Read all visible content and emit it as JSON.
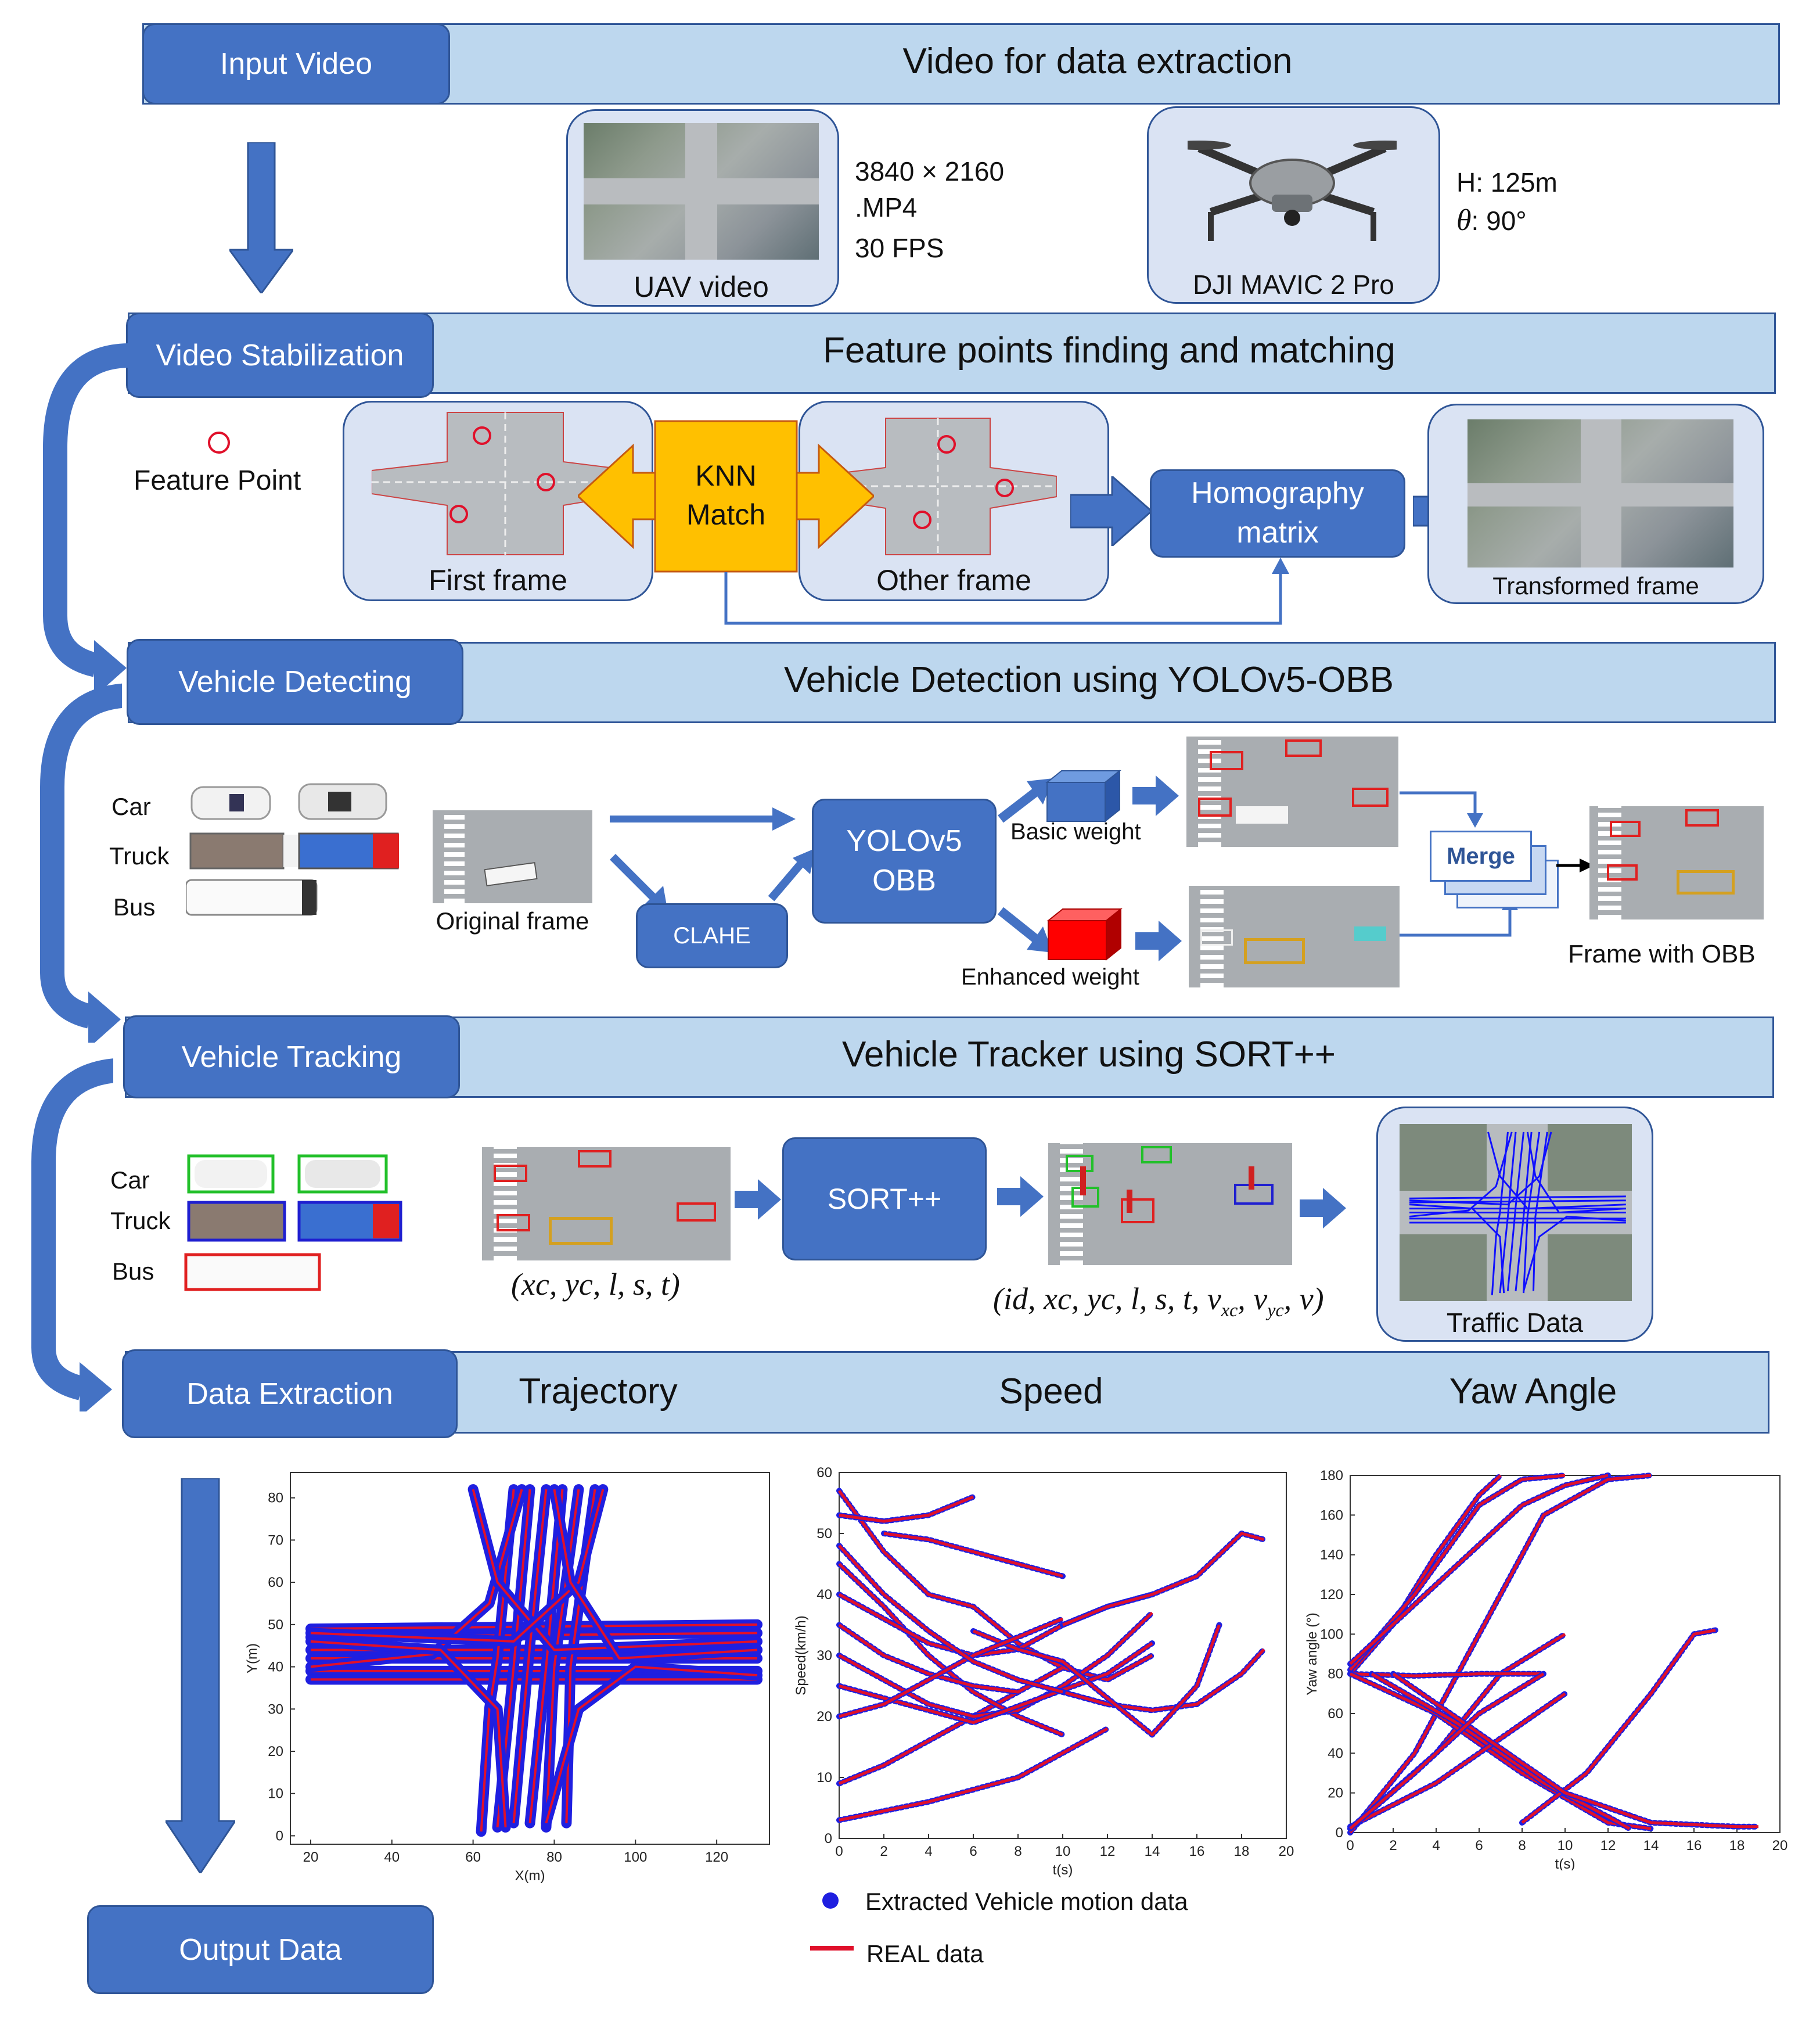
{
  "colors": {
    "band_fill": "#bdd7ee",
    "band_border": "#2f5597",
    "stage_fill": "#4472c4",
    "card_fill": "#dae3f3",
    "knn_fill": "#ffc000",
    "trajectory_blue": "#1f1fe0",
    "real_red": "#e0102a"
  },
  "input": {
    "stage": "Input Video",
    "title": "Video for data extraction",
    "uav_label": "UAV video",
    "video_specs": [
      "3840 × 2160",
      ".MP4",
      "30 FPS"
    ],
    "drone_label": "DJI MAVIC 2 Pro",
    "height": "H: 125m",
    "angle_symbol": "θ",
    "angle_value": ": 90°"
  },
  "stabilization": {
    "stage": "Video Stabilization",
    "title": "Feature points finding and matching",
    "feature_point": "Feature Point",
    "first_frame": "First frame",
    "knn_line1": "KNN",
    "knn_line2": "Match",
    "other_frame": "Other frame",
    "homography_line1": "Homography",
    "homography_line2": "matrix",
    "transformed": "Transformed frame"
  },
  "detecting": {
    "stage": "Vehicle Detecting",
    "title": "Vehicle Detection using YOLOv5-OBB",
    "classes": [
      "Car",
      "Truck",
      "Bus"
    ],
    "original_frame": "Original frame",
    "clahe": "CLAHE",
    "yolo_line1": "YOLOv5",
    "yolo_line2": "OBB",
    "basic_weight": "Basic weight",
    "enhanced_weight": "Enhanced weight",
    "merge": "Merge",
    "frame_obb": "Frame with OBB"
  },
  "tracking": {
    "stage": "Vehicle Tracking",
    "title": "Vehicle Tracker using SORT++",
    "classes": [
      "Car",
      "Truck",
      "Bus"
    ],
    "input_tuple": "(xc, yc, l, s, t)",
    "sort": "SORT++",
    "output_tuple_main": "(id, xc, yc, l, s, t, v",
    "output_sub1": "xc",
    "output_sub2": "yc",
    "output_tail": ", v)",
    "traffic_data": "Traffic Data"
  },
  "extraction": {
    "stage": "Data Extraction",
    "labels": [
      "Trajectory",
      "Speed",
      "Yaw Angle"
    ]
  },
  "output": {
    "stage": "Output Data"
  },
  "legend": {
    "extracted": "Extracted Vehicle motion data",
    "real": "REAL data"
  },
  "chart_data": [
    {
      "type": "line",
      "title": "",
      "xlabel": "X(m)",
      "ylabel": "Y(m)",
      "xlim": [
        15,
        133
      ],
      "ylim": [
        -2,
        86
      ],
      "xticks": [
        20,
        40,
        60,
        80,
        100,
        120
      ],
      "yticks": [
        0,
        10,
        20,
        30,
        40,
        50,
        60,
        70,
        80
      ],
      "series": [
        {
          "values": [
            [
              20,
              44
            ],
            [
              130,
              44
            ]
          ]
        },
        {
          "values": [
            [
              20,
              47
            ],
            [
              130,
              48
            ]
          ]
        },
        {
          "values": [
            [
              20,
              42
            ],
            [
              130,
              42
            ]
          ]
        },
        {
          "values": [
            [
              20,
              39
            ],
            [
              130,
              39
            ]
          ]
        },
        {
          "values": [
            [
              20,
              49
            ],
            [
              130,
              50
            ]
          ]
        },
        {
          "values": [
            [
              20,
              37
            ],
            [
              130,
              37
            ]
          ]
        },
        {
          "values": [
            [
              62,
              1
            ],
            [
              64,
              30
            ],
            [
              66,
              42
            ],
            [
              70,
              82
            ]
          ]
        },
        {
          "values": [
            [
              66,
              2
            ],
            [
              70,
              40
            ],
            [
              74,
              82
            ]
          ]
        },
        {
          "values": [
            [
              70,
              3
            ],
            [
              74,
              45
            ],
            [
              78,
              82
            ]
          ]
        },
        {
          "values": [
            [
              74,
              3
            ],
            [
              78,
              40
            ],
            [
              82,
              82
            ]
          ]
        },
        {
          "values": [
            [
              78,
              2
            ],
            [
              80,
              40
            ],
            [
              86,
              82
            ]
          ]
        },
        {
          "values": [
            [
              83,
              3
            ],
            [
              84,
              40
            ],
            [
              90,
              82
            ]
          ]
        },
        {
          "values": [
            [
              20,
              40
            ],
            [
              50,
              43
            ],
            [
              64,
              55
            ],
            [
              72,
              82
            ]
          ]
        },
        {
          "values": [
            [
              130,
              38
            ],
            [
              100,
              40
            ],
            [
              86,
              30
            ],
            [
              78,
              3
            ]
          ]
        },
        {
          "values": [
            [
              60,
              82
            ],
            [
              66,
              60
            ],
            [
              80,
              44
            ],
            [
              130,
              46
            ]
          ]
        },
        {
          "values": [
            [
              20,
              46
            ],
            [
              52,
              44
            ],
            [
              66,
              30
            ],
            [
              68,
              2
            ]
          ]
        },
        {
          "values": [
            [
              92,
              82
            ],
            [
              86,
              60
            ],
            [
              70,
              46
            ],
            [
              20,
              48
            ]
          ]
        },
        {
          "values": [
            [
              130,
              44
            ],
            [
              96,
              42
            ],
            [
              84,
              60
            ],
            [
              80,
              82
            ]
          ]
        }
      ]
    },
    {
      "type": "line",
      "title": "",
      "xlabel": "t(s)",
      "ylabel": "Speed(km/h)",
      "xlim": [
        0,
        20
      ],
      "ylim": [
        0,
        60
      ],
      "xticks": [
        0,
        2,
        4,
        6,
        8,
        10,
        12,
        14,
        16,
        18,
        20
      ],
      "yticks": [
        0,
        10,
        20,
        30,
        40,
        50,
        60
      ],
      "series": [
        {
          "name": "REAL data",
          "values": [
            [
              0,
              57
            ],
            [
              2,
              47
            ],
            [
              4,
              40
            ],
            [
              6,
              38
            ],
            [
              8,
              32
            ],
            [
              10,
              28
            ],
            [
              12,
              26
            ],
            [
              14,
              30
            ]
          ]
        },
        {
          "values": [
            [
              0,
              53
            ],
            [
              2,
              52
            ],
            [
              4,
              53
            ],
            [
              6,
              56
            ]
          ]
        },
        {
          "values": [
            [
              2,
              50
            ],
            [
              4,
              49
            ],
            [
              6,
              47
            ],
            [
              8,
              45
            ],
            [
              10,
              43
            ]
          ]
        },
        {
          "values": [
            [
              0,
              3
            ],
            [
              4,
              6
            ],
            [
              8,
              10
            ],
            [
              10,
              14
            ],
            [
              12,
              18
            ]
          ]
        },
        {
          "values": [
            [
              0,
              9
            ],
            [
              2,
              12
            ],
            [
              4,
              16
            ],
            [
              6,
              20
            ],
            [
              8,
              24
            ]
          ]
        },
        {
          "values": [
            [
              0,
              45
            ],
            [
              2,
              38
            ],
            [
              4,
              30
            ],
            [
              6,
              24
            ],
            [
              8,
              20
            ],
            [
              10,
              17
            ]
          ]
        },
        {
          "values": [
            [
              0,
              35
            ],
            [
              2,
              30
            ],
            [
              4,
              27
            ],
            [
              6,
              25
            ],
            [
              8,
              24
            ],
            [
              10,
              28
            ]
          ]
        },
        {
          "values": [
            [
              0,
              30
            ],
            [
              2,
              26
            ],
            [
              4,
              22
            ],
            [
              6,
              20
            ],
            [
              8,
              21
            ],
            [
              10,
              25
            ],
            [
              12,
              30
            ],
            [
              14,
              37
            ]
          ]
        },
        {
          "values": [
            [
              0,
              25
            ],
            [
              3,
              22
            ],
            [
              6,
              19
            ],
            [
              9,
              23
            ],
            [
              12,
              27
            ],
            [
              14,
              32
            ]
          ]
        },
        {
          "values": [
            [
              0,
              40
            ],
            [
              2,
              36
            ],
            [
              4,
              32
            ],
            [
              6,
              30
            ],
            [
              8,
              31
            ],
            [
              10,
              35
            ],
            [
              12,
              38
            ],
            [
              14,
              40
            ]
          ]
        },
        {
          "values": [
            [
              10,
              24
            ],
            [
              12,
              22
            ],
            [
              14,
              21
            ],
            [
              16,
              22
            ],
            [
              18,
              27
            ],
            [
              19,
              31
            ]
          ]
        },
        {
          "values": [
            [
              10,
              35
            ],
            [
              12,
              38
            ],
            [
              14,
              40
            ],
            [
              16,
              43
            ],
            [
              18,
              50
            ],
            [
              19,
              49
            ]
          ]
        },
        {
          "values": [
            [
              6,
              34
            ],
            [
              8,
              31
            ],
            [
              10,
              29
            ],
            [
              12,
              23
            ],
            [
              14,
              17
            ],
            [
              16,
              25
            ],
            [
              17,
              35
            ]
          ]
        },
        {
          "values": [
            [
              0,
              20
            ],
            [
              2,
              22
            ],
            [
              4,
              26
            ],
            [
              6,
              30
            ],
            [
              8,
              33
            ],
            [
              10,
              36
            ]
          ]
        },
        {
          "values": [
            [
              0,
              48
            ],
            [
              2,
              40
            ],
            [
              4,
              34
            ],
            [
              6,
              29
            ],
            [
              8,
              26
            ],
            [
              10,
              24
            ]
          ]
        }
      ]
    },
    {
      "type": "line",
      "title": "",
      "xlabel": "t(s)",
      "ylabel": "Yaw angle (°)",
      "xlim": [
        0,
        20
      ],
      "ylim": [
        0,
        180
      ],
      "xticks": [
        0,
        2,
        4,
        6,
        8,
        10,
        12,
        14,
        16,
        18,
        20
      ],
      "yticks": [
        0,
        20,
        40,
        60,
        80,
        100,
        120,
        140,
        160,
        180
      ],
      "series": [
        {
          "values": [
            [
              0,
              80
            ],
            [
              2,
              105
            ],
            [
              4,
              140
            ],
            [
              6,
              170
            ],
            [
              7,
              180
            ]
          ]
        },
        {
          "values": [
            [
              0,
              82
            ],
            [
              3,
              120
            ],
            [
              6,
              165
            ],
            [
              8,
              178
            ],
            [
              10,
              180
            ]
          ]
        },
        {
          "values": [
            [
              0,
              85
            ],
            [
              4,
              125
            ],
            [
              8,
              165
            ],
            [
              10,
              175
            ],
            [
              12,
              180
            ]
          ]
        },
        {
          "values": [
            [
              0,
              0
            ],
            [
              3,
              40
            ],
            [
              6,
              100
            ],
            [
              9,
              160
            ],
            [
              12,
              178
            ],
            [
              14,
              180
            ]
          ]
        },
        {
          "values": [
            [
              0,
              2
            ],
            [
              4,
              40
            ],
            [
              7,
              80
            ],
            [
              10,
              100
            ]
          ]
        },
        {
          "values": [
            [
              0,
              80
            ],
            [
              3,
              79
            ],
            [
              6,
              80
            ],
            [
              9,
              80
            ]
          ]
        },
        {
          "values": [
            [
              0,
              80
            ],
            [
              4,
              60
            ],
            [
              8,
              30
            ],
            [
              12,
              5
            ],
            [
              14,
              2
            ]
          ]
        },
        {
          "values": [
            [
              1,
              80
            ],
            [
              5,
              55
            ],
            [
              9,
              25
            ],
            [
              12,
              8
            ],
            [
              13,
              2
            ]
          ]
        },
        {
          "values": [
            [
              0,
              3
            ],
            [
              4,
              25
            ],
            [
              8,
              55
            ],
            [
              10,
              70
            ]
          ]
        },
        {
          "values": [
            [
              8,
              5
            ],
            [
              11,
              30
            ],
            [
              14,
              70
            ],
            [
              16,
              100
            ],
            [
              17,
              102
            ]
          ]
        },
        {
          "values": [
            [
              2,
              80
            ],
            [
              6,
              50
            ],
            [
              10,
              20
            ],
            [
              14,
              5
            ],
            [
              18,
              3
            ],
            [
              19,
              3
            ]
          ]
        },
        {
          "values": [
            [
              0,
              2
            ],
            [
              3,
              30
            ],
            [
              6,
              60
            ],
            [
              9,
              80
            ]
          ]
        }
      ]
    }
  ]
}
